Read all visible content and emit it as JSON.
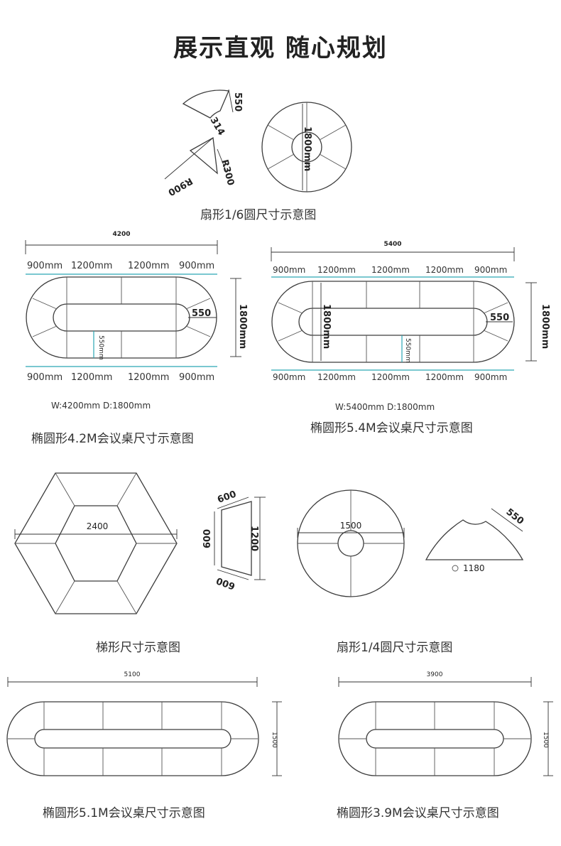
{
  "title": "展示直观 随心规划",
  "sixth_sector": {
    "caption": "扇形1/6圆尺寸示意图",
    "labels": {
      "depth": "550",
      "inner": "314",
      "outer_r": "R900",
      "inner_r": "R300",
      "diameter": "1800mm"
    }
  },
  "oval_42": {
    "caption": "椭圆形4.2M会议桌尺寸示意图",
    "overall_width": "4200",
    "segments_top": [
      "900mm",
      "1200mm",
      "1200mm",
      "900mm"
    ],
    "segments_bottom": [
      "900mm",
      "1200mm",
      "1200mm",
      "900mm"
    ],
    "height": "1800mm",
    "gap": "550",
    "inner_gap": "550mm",
    "spec": "W:4200mm   D:1800mm"
  },
  "oval_54": {
    "caption": "椭圆形5.4M会议桌尺寸示意图",
    "overall_width": "5400",
    "segments_top": [
      "900mm",
      "1200mm",
      "1200mm",
      "1200mm",
      "900mm"
    ],
    "segments_bottom": [
      "900mm",
      "1200mm",
      "1200mm",
      "1200mm",
      "900mm"
    ],
    "height": "1800mm",
    "inner_height": "1800mm",
    "gap": "550",
    "inner_gap": "550mm",
    "spec": "W:5400mm   D:1800mm"
  },
  "hexagon": {
    "caption": "梯形尺寸示意图",
    "width": "2400",
    "trap_top": "600",
    "trap_side": "600",
    "trap_height": "1200",
    "trap_bottom": "600"
  },
  "quarter_circle": {
    "caption": "扇形1/4圆尺寸示意图",
    "diameter": "1500",
    "depth": "550",
    "arc": "1180"
  },
  "oval_51": {
    "caption": "椭圆形5.1M会议桌尺寸示意图",
    "overall_width": "5100",
    "height": "1500"
  },
  "oval_39": {
    "caption": "椭圆形3.9M会议桌尺寸示意图",
    "overall_width": "3900",
    "height": "1500"
  }
}
